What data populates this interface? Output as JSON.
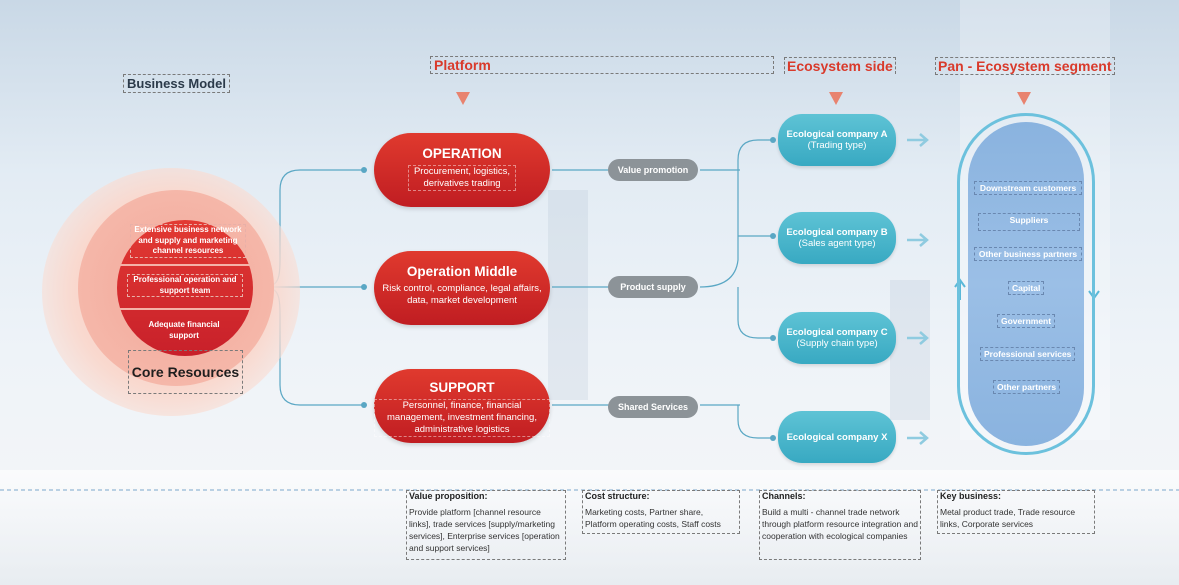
{
  "business_model_label": "Business Model",
  "headers": {
    "platform": "Platform",
    "ecosystem_side": "Ecosystem side",
    "pan_ecosystem": "Pan - Ecosystem segment"
  },
  "core_resources": {
    "label": "Core Resources",
    "items": [
      "Extensive business network and supply and marketing channel resources",
      "Professional operation and support team",
      "Adequate financial support"
    ]
  },
  "platform_nodes": [
    {
      "title": "OPERATION",
      "desc": "Procurement, logistics, derivatives trading"
    },
    {
      "title": "Operation Middle",
      "desc": "Risk control, compliance, legal affairs, data, market development"
    },
    {
      "title": "SUPPORT",
      "desc": "Personnel, finance, financial management, investment financing, administrative logistics"
    }
  ],
  "connectors": [
    "Value promotion",
    "Product supply",
    "Shared Services"
  ],
  "eco_companies": [
    {
      "title": "Ecological company A",
      "sub": "(Trading type)"
    },
    {
      "title": "Ecological company B",
      "sub": "(Sales agent type)"
    },
    {
      "title": "Ecological company C",
      "sub": "(Supply chain type)"
    },
    {
      "title": "Ecological company X",
      "sub": ""
    }
  ],
  "pan_ecosystem_items": [
    "Downstream customers",
    "Suppliers",
    "Other business partners",
    "Capital",
    "Government",
    "Professional services",
    "Other partners"
  ],
  "notes": [
    {
      "title": "Value proposition:",
      "body": "Provide platform [channel resource links], trade services [supply/marketing services], Enterprise services [operation and support services]"
    },
    {
      "title": "Cost structure:",
      "body": "Marketing costs, Partner share, Platform operating costs, Staff costs"
    },
    {
      "title": "Channels:",
      "body": "Build a multi - channel trade network through platform resource integration and cooperation with ecological companies"
    },
    {
      "title": "Key business:",
      "body": "Metal product trade, Trade resource links, Corporate services"
    }
  ],
  "colors": {
    "red": "#d0232a",
    "teal": "#45b2c8",
    "grey": "#8c9398",
    "header_red": "#d93a2b"
  }
}
